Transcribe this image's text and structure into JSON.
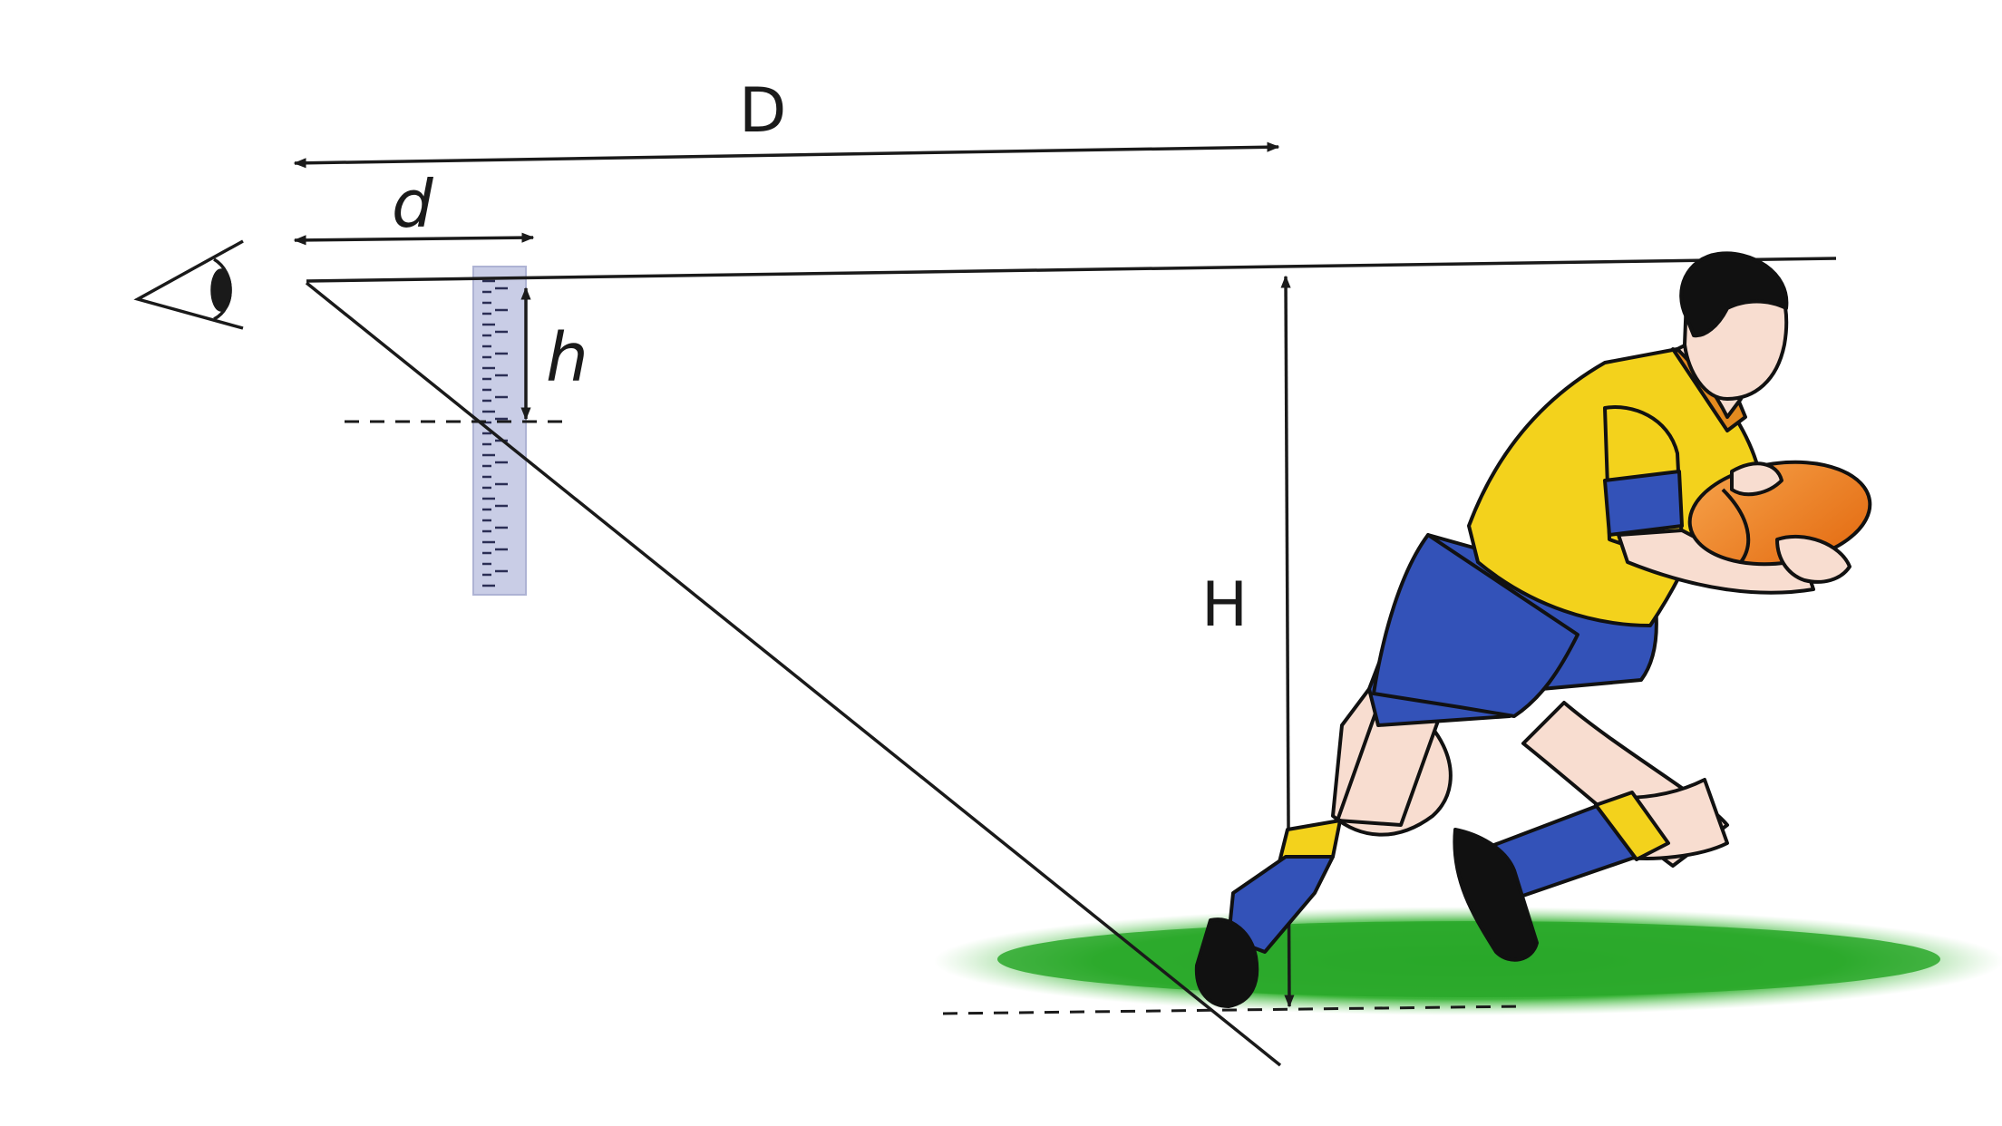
{
  "labels": {
    "D": "D",
    "d": "d",
    "h": "h",
    "H": "H"
  },
  "icons": {
    "observer": "eye-icon",
    "scale": "ruler-icon",
    "subject": "rugby-player-icon",
    "ground": "grass-patch"
  },
  "colors": {
    "line": "#1a1a1a",
    "ruler": "#c9cde6",
    "grass": "#2fae2a",
    "jersey": "#f3d21c",
    "shorts": "#3352b8",
    "skin": "#f8ddd0",
    "ball": "#ef7b1b"
  }
}
